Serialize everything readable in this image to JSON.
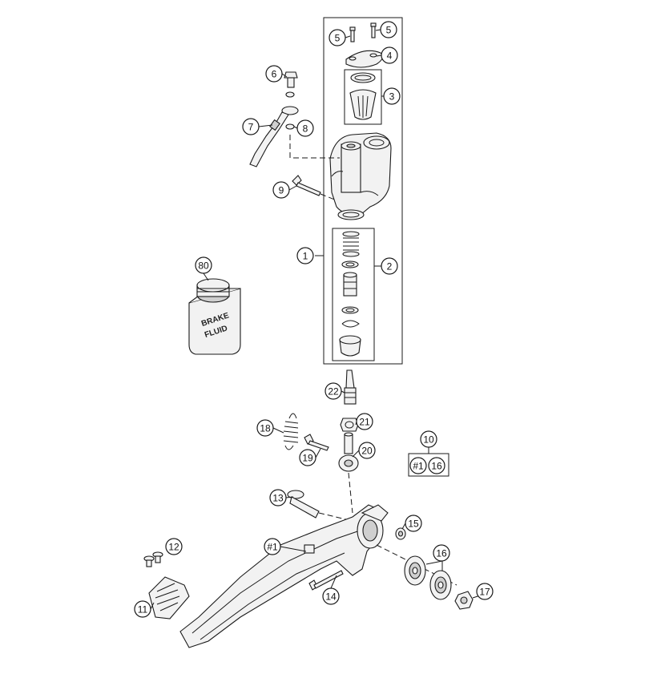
{
  "callouts": [
    {
      "id": "c1",
      "label": "1"
    },
    {
      "id": "c2",
      "label": "2"
    },
    {
      "id": "c3",
      "label": "3"
    },
    {
      "id": "c4",
      "label": "4"
    },
    {
      "id": "c5a",
      "label": "5"
    },
    {
      "id": "c5b",
      "label": "5"
    },
    {
      "id": "c6",
      "label": "6"
    },
    {
      "id": "c7",
      "label": "7"
    },
    {
      "id": "c8",
      "label": "8"
    },
    {
      "id": "c9",
      "label": "9"
    },
    {
      "id": "c10",
      "label": "10"
    },
    {
      "id": "c10a",
      "label": "#1"
    },
    {
      "id": "c10b",
      "label": "16"
    },
    {
      "id": "c11",
      "label": "11"
    },
    {
      "id": "c12",
      "label": "12"
    },
    {
      "id": "c13",
      "label": "13"
    },
    {
      "id": "c14",
      "label": "14"
    },
    {
      "id": "c15",
      "label": "15"
    },
    {
      "id": "c16",
      "label": "16"
    },
    {
      "id": "c17",
      "label": "17"
    },
    {
      "id": "c18",
      "label": "18"
    },
    {
      "id": "c19",
      "label": "19"
    },
    {
      "id": "c20",
      "label": "20"
    },
    {
      "id": "c21",
      "label": "21"
    },
    {
      "id": "c22",
      "label": "22"
    },
    {
      "id": "c80",
      "label": "80"
    },
    {
      "id": "cpedal",
      "label": "#1"
    }
  ],
  "can_label": {
    "line1": "BRAKE",
    "line2": "FLUID"
  }
}
